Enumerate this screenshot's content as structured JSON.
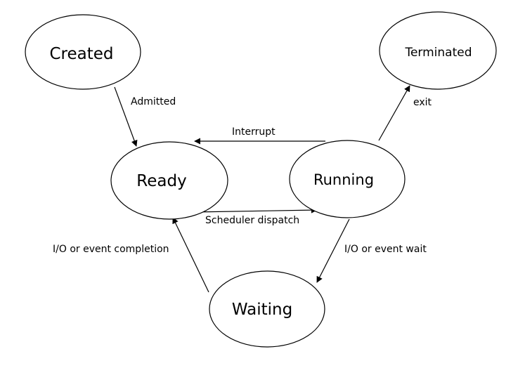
{
  "diagram": {
    "states": {
      "created": "Created",
      "ready": "Ready",
      "running": "Running",
      "waiting": "Waiting",
      "terminated": "Terminated"
    },
    "transitions": {
      "admitted": "Admitted",
      "interrupt": "Interrupt",
      "scheduler_dispatch": "Scheduler dispatch",
      "exit": "exit",
      "io_event_wait": "I/O or event wait",
      "io_event_completion": "I/O or event completion"
    }
  }
}
